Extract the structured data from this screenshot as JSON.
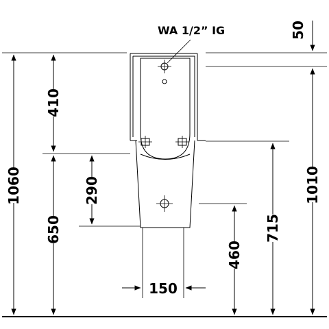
{
  "drawing": {
    "connection_label": "WA  1/2” IG",
    "dimensions": {
      "total_height": "1060",
      "top_section": "410",
      "lower_height": "650",
      "mid_height": "290",
      "top_offset": "50",
      "right_height": "1010",
      "inlet_height": "715",
      "outlet_height": "460",
      "width_center": "150"
    }
  }
}
